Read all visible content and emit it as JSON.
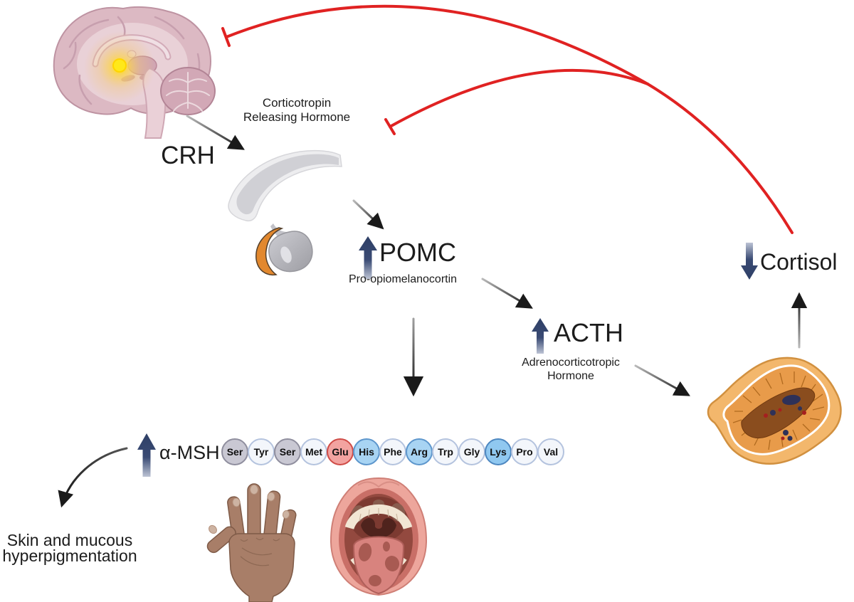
{
  "diagram": {
    "crh_label": "CRH",
    "crh_full_line1": "Corticotropin",
    "crh_full_line2": "Releasing Hormone",
    "pomc_label": "POMC",
    "pomc_full": "Pro-opiomelanocortin",
    "acth_label": "ACTH",
    "acth_full_line1": "Adrenocorticotropic",
    "acth_full_line2": "Hormone",
    "cortisol_label": "Cortisol",
    "amsh_label": "α-MSH",
    "skin_line1": "Skin and mucous",
    "skin_line2": "hyperpigmentation"
  },
  "colors": {
    "inhibition_red": "#e02222",
    "arrow_black": "#1a1a1a",
    "level_arrow_navy": "#33436a",
    "brain_pink": "#dcb9c3",
    "pituitary_orange": "#e2882e",
    "adrenal_orange": "#f3b76c"
  },
  "amino_acids": [
    {
      "label": "Ser",
      "fill": "#c9c8d3",
      "border": "#8f8e9e"
    },
    {
      "label": "Tyr",
      "fill": "#f3f6fb",
      "border": "#b4c3de"
    },
    {
      "label": "Ser",
      "fill": "#c9c8d3",
      "border": "#8f8e9e"
    },
    {
      "label": "Met",
      "fill": "#f3f6fb",
      "border": "#b4c3de"
    },
    {
      "label": "Glu",
      "fill": "#f2a3a0",
      "border": "#cf4b46"
    },
    {
      "label": "His",
      "fill": "#a8d4f3",
      "border": "#5d96cc"
    },
    {
      "label": "Phe",
      "fill": "#f3f6fb",
      "border": "#b4c3de"
    },
    {
      "label": "Arg",
      "fill": "#a8d4f3",
      "border": "#5d96cc"
    },
    {
      "label": "Trp",
      "fill": "#f3f6fb",
      "border": "#b4c3de"
    },
    {
      "label": "Gly",
      "fill": "#f3f6fb",
      "border": "#b4c3de"
    },
    {
      "label": "Lys",
      "fill": "#90c8f0",
      "border": "#4d87c0"
    },
    {
      "label": "Pro",
      "fill": "#f3f6fb",
      "border": "#b4c3de"
    },
    {
      "label": "Val",
      "fill": "#f3f6fb",
      "border": "#b4c3de"
    }
  ]
}
